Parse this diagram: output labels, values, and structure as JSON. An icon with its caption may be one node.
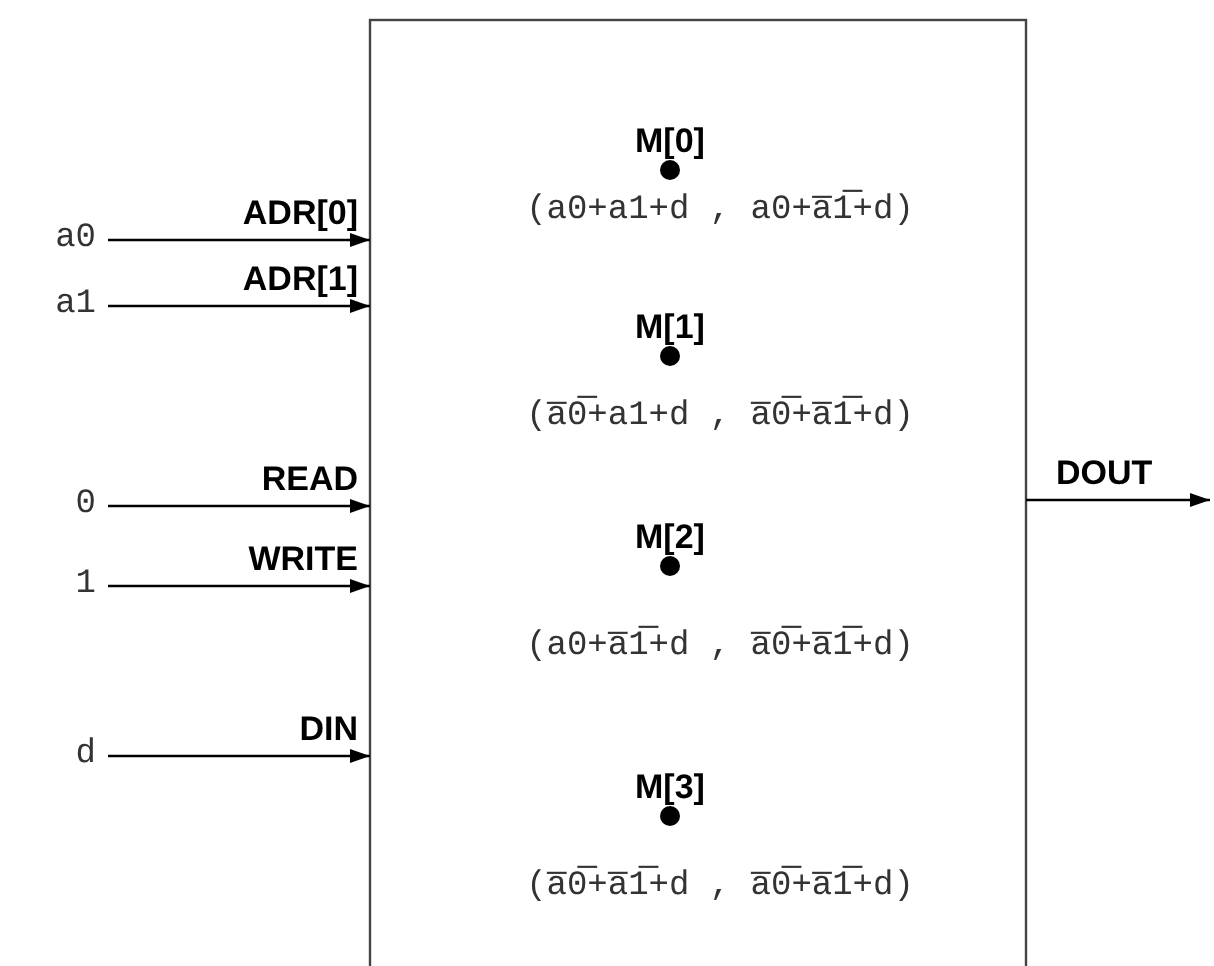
{
  "diagram": {
    "nodes": [
      {
        "text": [
          "a0"
        ]
      },
      {
        "text": [
          "a1"
        ]
      },
      {
        "text": [
          "0"
        ]
      },
      {
        "text": [
          "1"
        ]
      },
      {
        "text": [
          "d"
        ]
      },
      {
        "text": [],
        "shape": "box"
      }
    ],
    "edges": [
      {
        "from": 0,
        "to": 5,
        "arrow": "to",
        "label": "ADR[0]"
      },
      {
        "from": 1,
        "to": 5,
        "arrow": "to",
        "label": "ADR[1]"
      },
      {
        "from": 2,
        "to": 5,
        "arrow": "to",
        "label": "READ"
      },
      {
        "from": 3,
        "to": 5,
        "arrow": "to",
        "label": "WRITE"
      },
      {
        "from": 4,
        "to": 5,
        "arrow": "to",
        "label": "DIN"
      },
      {
        "from": 5,
        "to": null,
        "arrow": "to",
        "label": "DOUT"
      }
    ],
    "labels": [
      "M[0]",
      "(a0+a1+d , a0+a̅1̅+d)",
      "M[1]",
      "(a̅0̅+a1+d , a̅0̅+a̅1̅+d)",
      "M[2]",
      "(a0+a̅1̅+d , a̅0̅+a̅1̅+d)",
      "M[3]",
      "(a̅0̅+a̅1̅+d , a̅0̅+a̅1̅+d)"
    ]
  }
}
